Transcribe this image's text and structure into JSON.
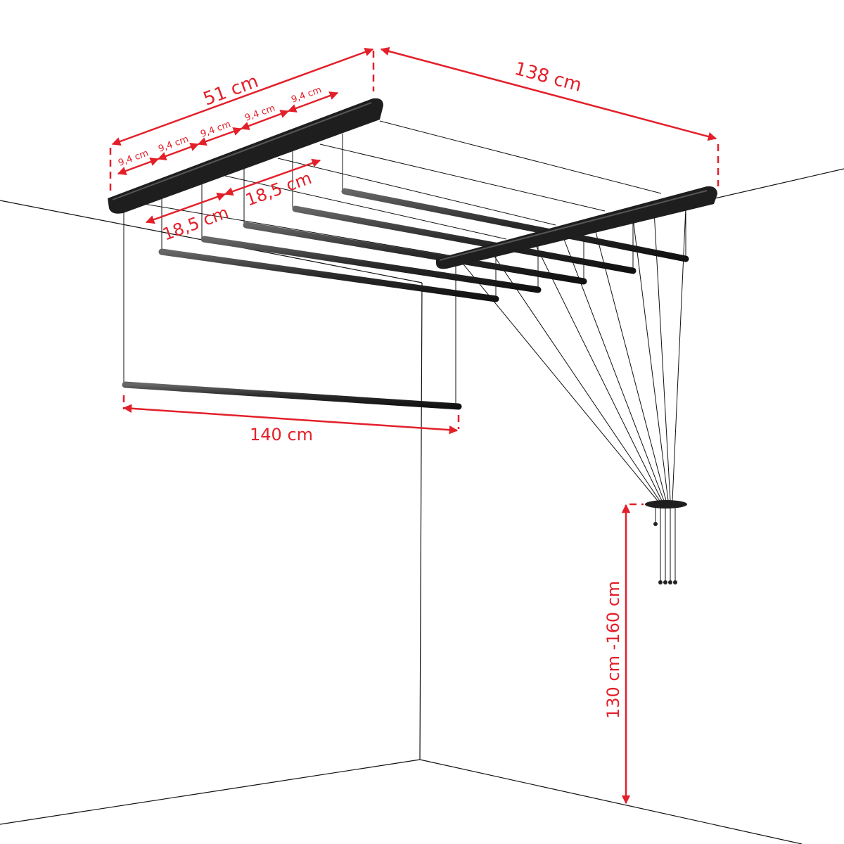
{
  "title": "Ceiling clothes drying rack dimensions",
  "colors": {
    "dimension": "#e3202a",
    "rack": "#1e1e1e",
    "lines": "#111111"
  },
  "dimensions": {
    "bracket_length": "51 cm",
    "rack_depth": "138 cm",
    "rod_spacing": [
      "9,4 cm",
      "9,4 cm",
      "9,4 cm",
      "9,4 cm",
      "9,4 cm"
    ],
    "half_spacing": [
      "18,5 cm",
      "18,5 cm"
    ],
    "rod_length": "140 cm",
    "cleat_height": "130 cm -160 cm"
  }
}
